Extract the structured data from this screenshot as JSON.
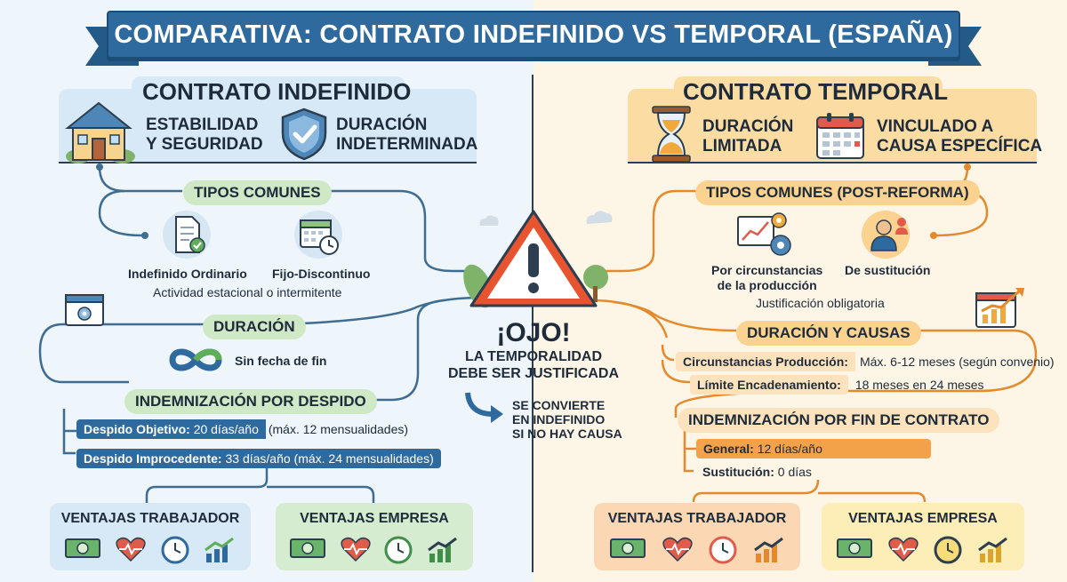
{
  "title": "COMPARATIVA: CONTRATO INDEFINIDO VS TEMPORAL (ESPAÑA)",
  "left": {
    "title": "CONTRATO INDEFINIDO",
    "feature1": [
      "ESTABILIDAD",
      "Y SEGURIDAD"
    ],
    "feature2": [
      "DURACIÓN",
      "INDETERMINADA"
    ],
    "tipos_title": "TIPOS COMUNES",
    "tipo1": "Indefinido Ordinario",
    "tipo2": "Fijo-Discontinuo",
    "tipo2_note": "Actividad estacional o intermitente",
    "duracion_title": "DURACIÓN",
    "duracion_value": "Sin fecha de fin",
    "indem_title": "INDEMNIZACIÓN POR DESPIDO",
    "despido1_label": "Despido Objetivo:",
    "despido1_value": "20 días/año",
    "despido1_note": "(máx. 12 mensualidades)",
    "despido2_label": "Despido Improcedente:",
    "despido2_value": "33 días/año (máx. 24 mensualidades)",
    "ventaja_trabajador": "VENTAJAS TRABAJADOR",
    "ventaja_empresa": "VENTAJAS EMPRESA"
  },
  "right": {
    "title": "CONTRATO TEMPORAL",
    "feature1": [
      "DURACIÓN",
      "LIMITADA"
    ],
    "feature2": [
      "VINCULADO A",
      "CAUSA ESPECÍFICA"
    ],
    "tipos_title": "TIPOS COMUNES (POST-REFORMA)",
    "tipo1": [
      "Por circunstancias",
      "de la producción"
    ],
    "tipo2": "De sustitución",
    "tipo_note": "Justificación obligatoria",
    "duracion_title": "DURACIÓN Y CAUSAS",
    "causa1_label": "Circunstancias Producción:",
    "causa1_value": "Máx. 6-12 meses (según convenio)",
    "causa2_label": "Límite Encadenamiento:",
    "causa2_value": "18 meses en 24 meses",
    "indem_title": "INDEMNIZACIÓN POR FIN DE CONTRATO",
    "general_label": "General:",
    "general_value": "12 días/año",
    "sustitucion_label": "Sustitución:",
    "sustitucion_value": "0 días",
    "ventaja_trabajador": "VENTAJAS TRABAJADOR",
    "ventaja_empresa": "VENTAJAS EMPRESA"
  },
  "center": {
    "warning_title": "¡OJO!",
    "warning_sub": [
      "LA TEMPORALIDAD",
      "DEBE SER JUSTIFICADA"
    ],
    "convert": [
      "SE CONVIERTE",
      "EN INDEFINIDO",
      "SI NO HAY CAUSA"
    ]
  },
  "colors": {
    "blue": "#2e6a9e",
    "green": "#cfe8c6",
    "orange": "#f4a24a",
    "darkline": "#2c3e50"
  },
  "icons": [
    "house-icon",
    "shield-check-icon",
    "hourglass-icon",
    "calendar-icon",
    "document-check-icon",
    "calendar-clock-icon",
    "infinity-icon",
    "warning-icon",
    "money-icon",
    "heart-pulse-icon",
    "clock-icon",
    "growth-chart-icon"
  ]
}
